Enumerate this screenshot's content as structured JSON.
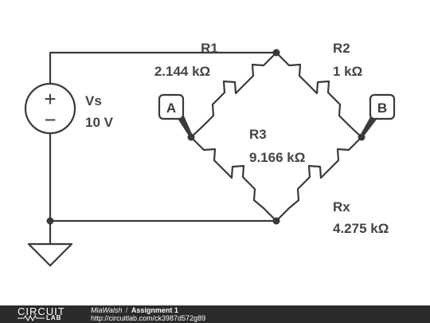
{
  "circuit": {
    "source": {
      "name": "Vs",
      "value": "10 V",
      "plus_symbol": "+",
      "minus_symbol": "−"
    },
    "resistors": [
      {
        "id": "r1",
        "name": "R1",
        "value": "2.144 kΩ"
      },
      {
        "id": "r2",
        "name": "R2",
        "value": "1 kΩ"
      },
      {
        "id": "r3",
        "name": "R3",
        "value": "9.166 kΩ"
      },
      {
        "id": "rx",
        "name": "Rx",
        "value": "4.275 kΩ"
      }
    ],
    "probes": [
      {
        "id": "a",
        "label": "A"
      },
      {
        "id": "b",
        "label": "B"
      }
    ],
    "ground_icon": "ground-symbol"
  },
  "footer": {
    "logo_text": "CIRCUIT",
    "logo_sub": "LAB",
    "user": "MiaWalsh",
    "separator": "/",
    "title": "Assignment 1",
    "url": "http://circuitlab.com/ck3987d572g89"
  },
  "colors": {
    "wire": "#3a3a3a",
    "label": "#444444",
    "footer_bg": "#2b2b2b"
  }
}
